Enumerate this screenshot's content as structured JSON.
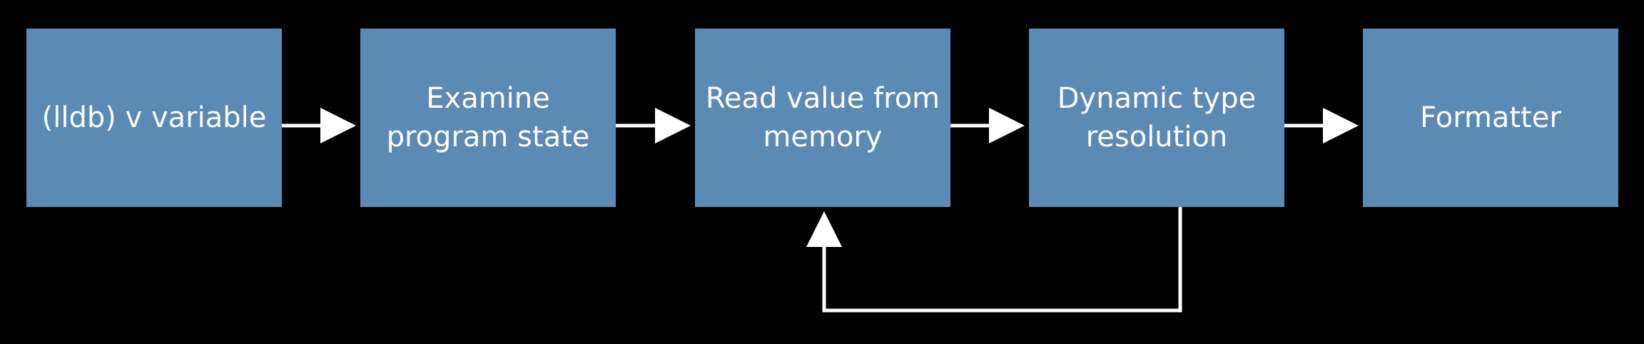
{
  "colors": {
    "background": "#000000",
    "box_fill": "#5b8ab5",
    "text": "#ffffff",
    "arrow": "#ffffff"
  },
  "nodes": [
    {
      "id": "n1",
      "label": "(lldb) v variable"
    },
    {
      "id": "n2",
      "label": "Examine program state"
    },
    {
      "id": "n3",
      "label": "Read value from memory"
    },
    {
      "id": "n4",
      "label": "Dynamic type resolution"
    },
    {
      "id": "n5",
      "label": "Formatter"
    }
  ],
  "edges": [
    {
      "from": "n1",
      "to": "n2"
    },
    {
      "from": "n2",
      "to": "n3"
    },
    {
      "from": "n3",
      "to": "n4"
    },
    {
      "from": "n4",
      "to": "n5"
    },
    {
      "from": "n4",
      "to": "n3"
    }
  ]
}
